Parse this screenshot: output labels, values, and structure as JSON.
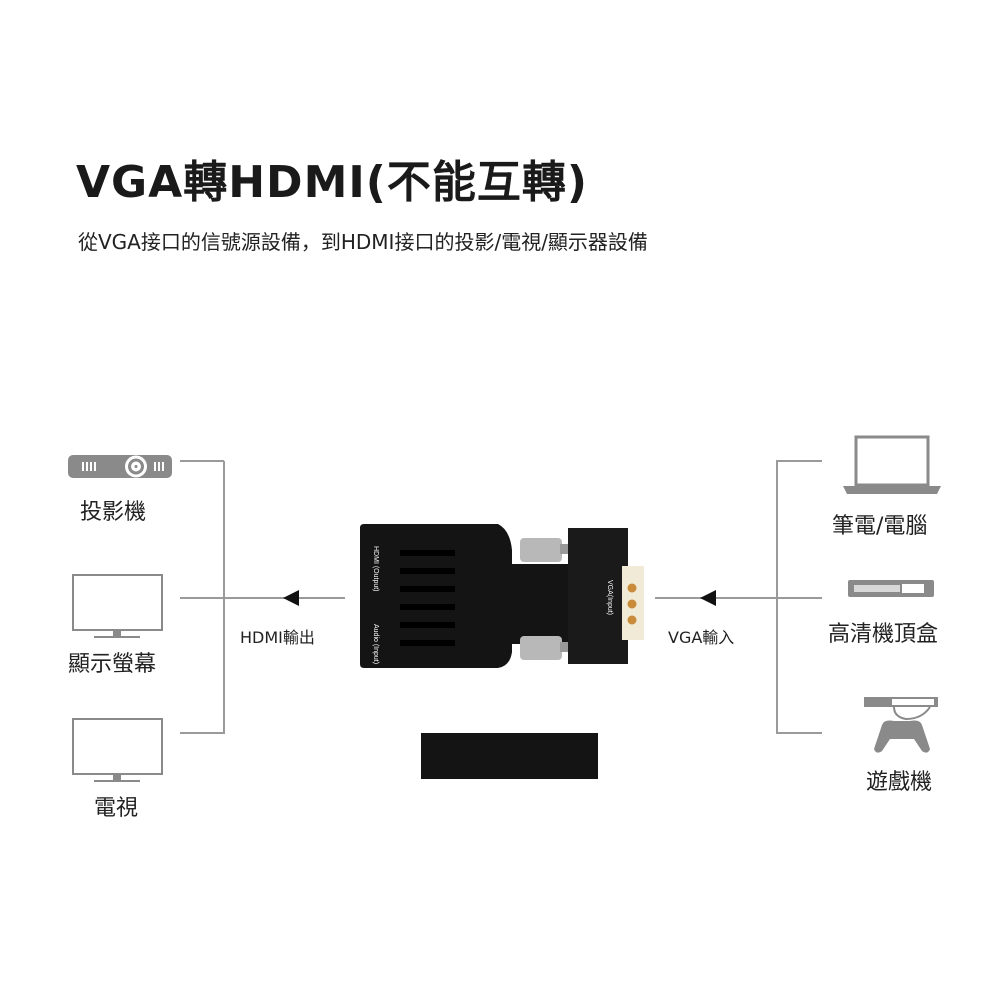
{
  "header": {
    "title": "VGA轉HDMI(不能互轉)",
    "subtitle": "從VGA接口的信號源設備，到HDMI接口的投影/電視/顯示器設備"
  },
  "left_devices": [
    {
      "label": "投影機",
      "icon": "projector-icon"
    },
    {
      "label": "顯示螢幕",
      "icon": "monitor-icon"
    },
    {
      "label": "電視",
      "icon": "tv-icon"
    }
  ],
  "right_devices": [
    {
      "label": "筆電/電腦",
      "icon": "laptop-icon"
    },
    {
      "label": "高清機頂盒",
      "icon": "set-top-box-icon"
    },
    {
      "label": "遊戲機",
      "icon": "game-console-icon"
    }
  ],
  "connections": {
    "output_label": "HDMI輸出",
    "input_label": "VGA輸入"
  },
  "adapter": {
    "hdmi_port_label": "HDMI (Output)",
    "audio_port_label": "Audio (Input)",
    "vga_port_label": "VGA(Input)"
  },
  "colors": {
    "line": "#9a9a9a",
    "device": "#1a1a1a",
    "pins": "#c98a3a"
  }
}
